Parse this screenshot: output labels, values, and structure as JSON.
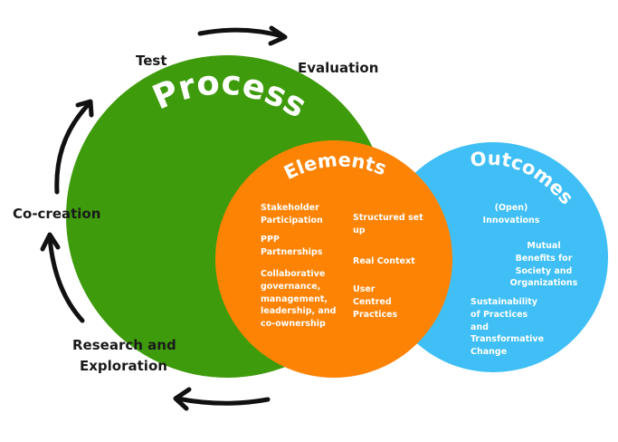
{
  "colors": {
    "process": "#3e9b0c",
    "elements": "#fd8305",
    "outcomes": "#3fbff5",
    "arrows": "#111111",
    "text_light": "#ffffff",
    "text_dark": "#1a1a1a"
  },
  "cycle": {
    "test": "Test",
    "evaluation": "Evaluation",
    "co_creation": "Co-creation",
    "research_line1": "Research and",
    "research_line2": "Exploration",
    "arrow_icons": [
      "arrow-top-right-icon",
      "arrow-bottom-left-icon",
      "arrow-left-up-icon",
      "arrow-left-lower-icon"
    ]
  },
  "process": {
    "title": "Process"
  },
  "elements": {
    "title": "Elements",
    "left_items": [
      "Stakeholder Participation",
      "PPP Partnerships",
      "Collaborative governance, management, leadership, and co-ownership"
    ],
    "right_items": [
      "Structured set up",
      "Real Context",
      "User Centred Practices"
    ]
  },
  "outcomes": {
    "title": "Outcomes",
    "items": [
      "(Open) Innovations",
      "Mutual Benefits for Society and Organizations",
      "Sustainability of Practices and Transformative Change"
    ]
  }
}
